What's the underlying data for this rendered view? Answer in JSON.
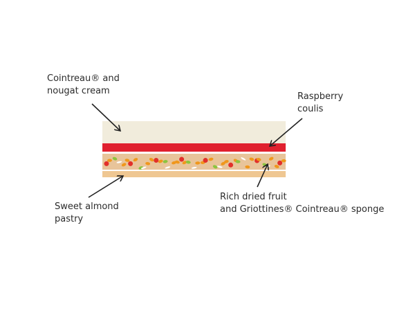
{
  "labels": {
    "cream": [
      "Cointreau® and",
      "nougat cream"
    ],
    "coulis": [
      "Raspberry",
      "coulis"
    ],
    "pastry": [
      "Sweet almond",
      "pastry"
    ],
    "sponge": [
      "Rich dried fruit",
      "and Griottines® Cointreau® sponge"
    ]
  },
  "colors": {
    "cream": "#f1ecdc",
    "coulis": "#e0202e",
    "sponge": "#e8c49a",
    "pastry": "#efc792",
    "cherry": "#e2302a",
    "orange": "#f0971c",
    "green": "#8cc43f",
    "almond": "#ffffff"
  }
}
